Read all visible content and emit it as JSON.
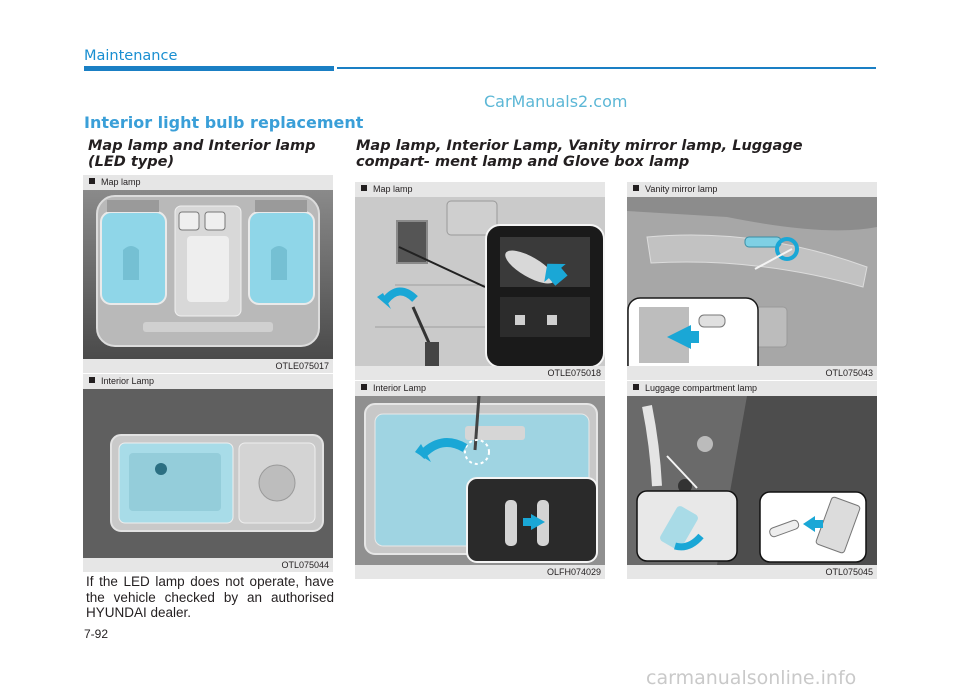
{
  "header": {
    "section": "Maintenance",
    "watermark": "CarManuals2.com",
    "title": "Interior light bulb replacement"
  },
  "left_column": {
    "subheading": "Map lamp and Interior lamp (LED type)",
    "figures": [
      {
        "caption": "Map lamp",
        "code": "OTLE075017"
      },
      {
        "caption": "Interior Lamp",
        "code": "OTL075044"
      }
    ],
    "body": "If the LED lamp does not operate, have the vehicle checked by an authorised HYUNDAI dealer."
  },
  "right_column": {
    "subheading": "Map lamp, Interior Lamp, Vanity mirror lamp, Luggage compart- ment lamp and Glove box lamp",
    "figures": [
      {
        "caption": "Map lamp",
        "code": "OTLE075018"
      },
      {
        "caption": "Vanity mirror lamp",
        "code": "OTL075043"
      },
      {
        "caption": "Interior Lamp",
        "code": "OLFH074029"
      },
      {
        "caption": "Luggage compartment lamp",
        "code": "OTL075045"
      }
    ]
  },
  "footer": {
    "page_number": "7-92",
    "watermark": "carmanualsonline.info"
  },
  "colors": {
    "accent_blue": "#1a7fc4",
    "heading_blue": "#3a9fd8",
    "lens_cyan": "#7fd0e4",
    "arrow_blue": "#1aa7d6"
  }
}
